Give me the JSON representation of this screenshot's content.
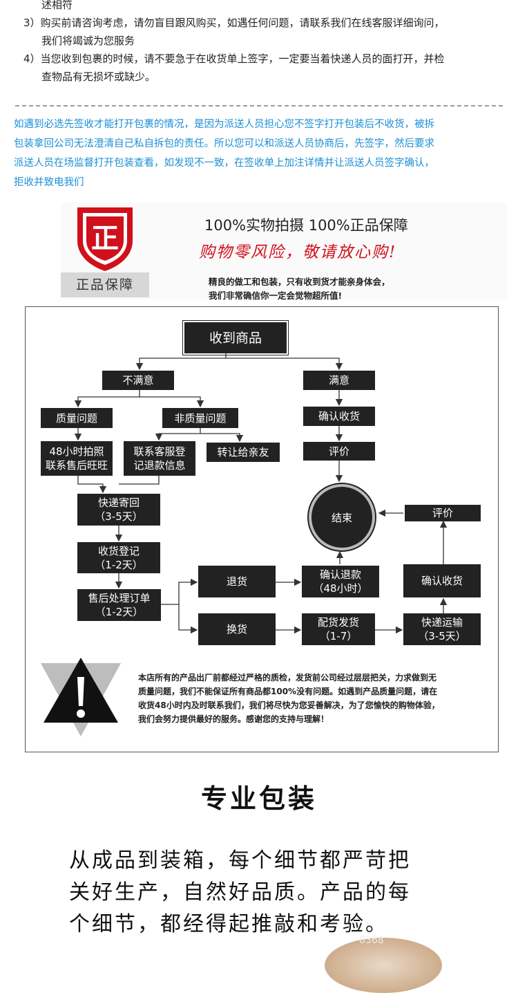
{
  "notes": {
    "line0": "述相符",
    "item3_a": "3）购买前请咨询考虑，请勿盲目跟风购买，如遇任何问题，请联系我们在线客服详细询问，",
    "item3_b": "我们将竭诚为您服务",
    "item4_a": "4）当您收到包裹的时候，请不要急于在收货单上签字，一定要当着快递人员的面打开，并检",
    "item4_b": "查物品有无损坏或缺少。"
  },
  "blue_notice": [
    "如遇到必选先签收才能打开包裹的情况，是因为派送人员担心您不签字打开包装后不收货，被拆",
    "包装拿回公司无法澄清自己私自拆包的责任。所以您可以和派送人员协商后，先签字，然后要求",
    "派送人员在场监督打开包装查看，如发现不一致，在签收单上加注详情并让派送人员签字确认，",
    "拒收并致电我们"
  ],
  "guarantee": {
    "seal_char": "正",
    "seal_label": "正品保障",
    "title": "100%实物拍摄 100%正品保障",
    "slogan": "购物零风险，敬请放心购!",
    "desc1": "精良的做工和包装，只有收到货才能亲身体会，",
    "desc2": "我们非常确信你一定会觉物超所值!",
    "seal_color": "#d0101b"
  },
  "flow": {
    "receive": "收到商品",
    "unsatisfied": "不满意",
    "satisfied": "满意",
    "quality": "质量问题",
    "non_quality": "非质量问题",
    "photo_a": "48小时拍照",
    "photo_b": "联系售后旺旺",
    "contact_a": "联系客服登",
    "contact_b": "记退款信息",
    "transfer": "转让给亲友",
    "confirm_receipt": "确认收货",
    "review": "评价",
    "end": "结束",
    "review2": "评价",
    "express_back_a": "快递寄回",
    "express_back_b": "（3-5天）",
    "register_a": "收货登记",
    "register_b": "（1-2天）",
    "process_a": "售后处理订单",
    "process_b": "（1-2天）",
    "return": "退货",
    "exchange": "换货",
    "confirm_refund_a": "确认退款",
    "confirm_refund_b": "（48小时）",
    "ship_a": "配货发货",
    "ship_b": "（1-7）",
    "deliver_a": "快递运输",
    "deliver_b": "（3-5天）",
    "confirm_receipt2": "确认收货",
    "warning_icon": "warning-triangle-icon",
    "warning_text": [
      "本店所有的产品出厂前都经过严格的质检，发货前公司经过层层把关，力求做到无",
      "质量问题，我们不能保证所有商品都100%没有问题。如遇到产品质量问题，请在",
      "收货48小时内及时联系我们，我们将尽快为您妥善解决，为了您愉快的购物体验，",
      "我们会努力提供最好的服务。感谢您的支持与理解！"
    ]
  },
  "packaging": {
    "title": "专业包装",
    "desc": [
      "从成品到装箱，每个细节都严苛把",
      "关好生产，自然好品质。产品的每",
      "个细节，都经得起推敲和考验。"
    ],
    "plate_text": "0368"
  }
}
